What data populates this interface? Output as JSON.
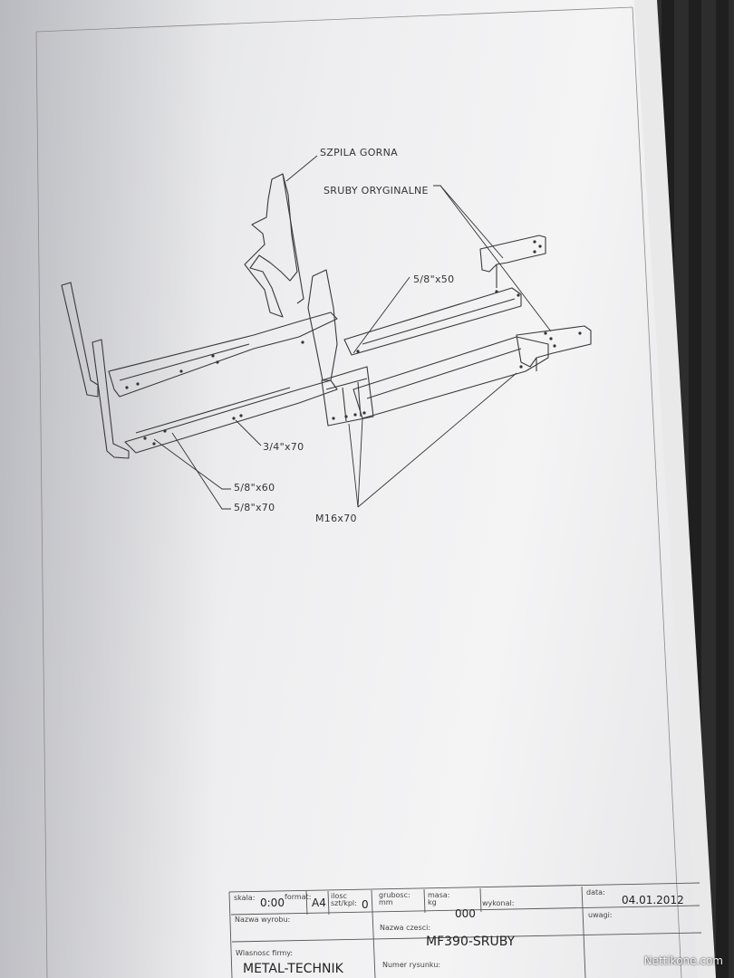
{
  "labels": {
    "top_pin": "SZPILA GORNA",
    "original_bolts": "SRUBY ORYGINALNE",
    "bolt_5_8_50": "5/8\"x50",
    "bolt_3_4_70": "3/4\"x70",
    "bolt_5_8_60": "5/8\"x60",
    "bolt_5_8_70": "5/8\"x70",
    "bolt_m16_70": "M16x70"
  },
  "title_block": {
    "scale_label": "skala:",
    "scale_value": "0:00",
    "format_label": "format:",
    "format_value": "A4",
    "qty_label": "ilosc szt/kpl:",
    "qty_value": "0",
    "thickness_label": "grubosc: mm",
    "mass_label": "masa: kg",
    "mass_value": "000",
    "made_by_label": "wykonal:",
    "date_label": "data:",
    "date_value": "04.01.2012",
    "product_label": "Nazwa wyrobu:",
    "part_label": "Nazwa czesci:",
    "part_value": "MF390-SRUBY",
    "notes_label": "uwagi:",
    "company_label": "Wlasnosc firmy:",
    "company_value": "METAL-TECHNIK",
    "drawing_no_label": "Numer rysunku:"
  },
  "watermark": "Nettikone.com"
}
